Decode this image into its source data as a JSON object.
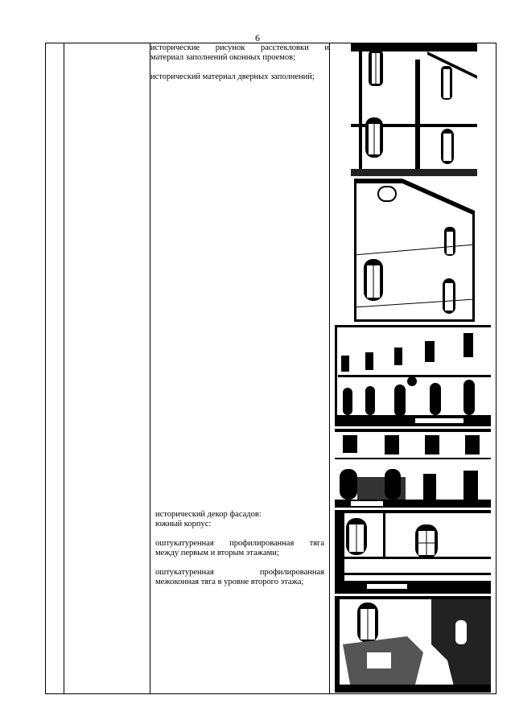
{
  "page": {
    "number": "6"
  },
  "rows": {
    "col1": "",
    "col2": "",
    "windows": {
      "line1": "исторические рисунок расстекловки и",
      "line2": "материал заполнений оконных проемов;"
    },
    "doors": "исторический материал дверных заполнений;",
    "decor": {
      "heading": "исторический декор фасадов:",
      "subheading": "южный корпус:",
      "item1_line1": "оштукатуренная профилированная тяга",
      "item1_line2": "между первым и вторым этажами;",
      "item2_line1": "оштукатуренная профилированная",
      "item2_line2": "межоконная тяга в уровне второго этажа;"
    }
  },
  "photos": [
    {
      "name": "photo-facade-windows-corner"
    },
    {
      "name": "photo-facade-arched-windows"
    },
    {
      "name": "photo-building-facade-1"
    },
    {
      "name": "photo-building-facade-2"
    },
    {
      "name": "photo-facade-belt-course"
    },
    {
      "name": "photo-facade-ruined-wall"
    }
  ]
}
